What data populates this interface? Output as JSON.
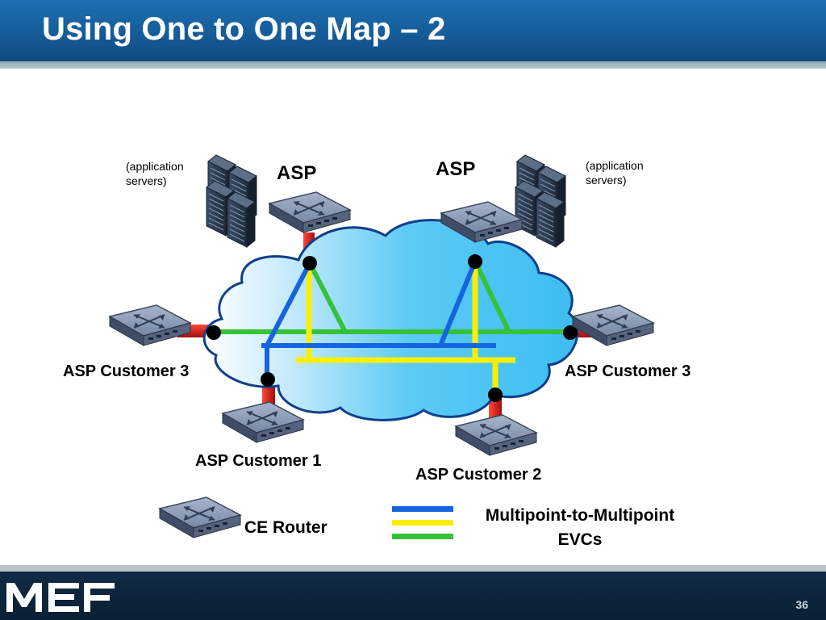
{
  "slide": {
    "title": "Using One to One Map – 2",
    "page_number": "36"
  },
  "diagram": {
    "asp_left": {
      "label": "ASP",
      "servers_line1": "(application",
      "servers_line2": "servers)"
    },
    "asp_right": {
      "label": "ASP",
      "servers_line1": "(application",
      "servers_line2": "servers)"
    },
    "customers": {
      "left": "ASP Customer 3",
      "right": "ASP Customer 3",
      "bottom_left": "ASP Customer 1",
      "bottom_right": "ASP Customer 2"
    },
    "legend": {
      "router_label": "CE Router",
      "evc_line1": "Multipoint-to-Multipoint",
      "evc_line2": "EVCs",
      "colors": {
        "blue": "#1565e0",
        "yellow": "#f8f000",
        "green": "#35c23a"
      }
    },
    "colors": {
      "access_link": "#d81818",
      "cloud": "#5ccaf5"
    }
  },
  "brand": {
    "logo": "MEF"
  }
}
